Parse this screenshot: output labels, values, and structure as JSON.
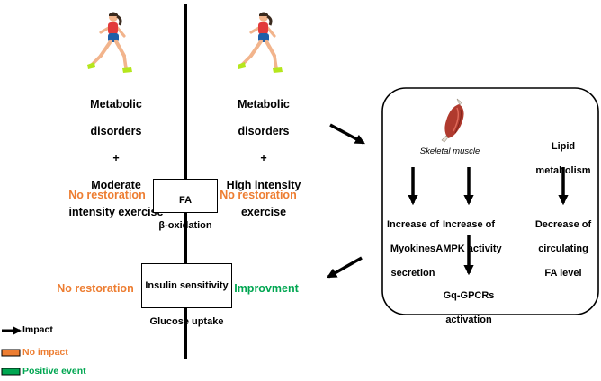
{
  "colors": {
    "no_impact": "#ED7D31",
    "positive": "#00A651",
    "arrow": "#000000",
    "muscle": "#B03A2E"
  },
  "icons": [
    "runner-icon",
    "runner-icon",
    "skeletal-muscle-icon"
  ],
  "left_column": {
    "title_line1": "Metabolic",
    "title_line2": "disorders",
    "plus": "+",
    "title_line4": "Moderate",
    "title_line5": "intensity exercise"
  },
  "right_column": {
    "title_line1": "Metabolic",
    "title_line2": "disorders",
    "plus": "+",
    "title_line4": "High intensity",
    "title_line5": "exercise"
  },
  "fa_box": {
    "line1": "FA",
    "line2": "β-oxidation"
  },
  "insulin_box": {
    "line1": "Insulin sensitivity",
    "line2": "Glucose uptake"
  },
  "outcomes": {
    "fa_left": "No restoration",
    "fa_right": "No restoration",
    "insulin_left": "No restoration",
    "insulin_right": "Improvment"
  },
  "panel": {
    "muscle_label": "Skeletal muscle",
    "lipid_line1": "Lipid",
    "lipid_line2": "metabolism",
    "myokines_line1": "Increase of",
    "myokines_line2": "Myokines",
    "myokines_line3": "secretion",
    "ampk_line1": "Increase of",
    "ampk_line2": "AMPK activity",
    "gq_line1": "Gq-GPCRs",
    "gq_line2": "activation",
    "fa_level_line1": "Decrease of",
    "fa_level_line2": "circulating",
    "fa_level_line3": "FA level"
  },
  "legend": {
    "impact": "Impact",
    "no_impact": "No impact",
    "positive_event": "Positive event"
  }
}
